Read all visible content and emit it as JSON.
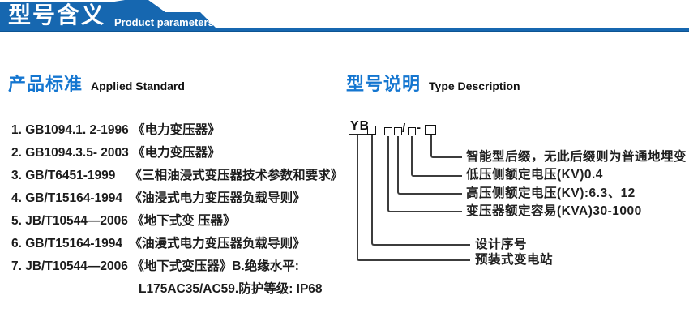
{
  "header": {
    "title": "型号含义",
    "subtitle": "Product parameters"
  },
  "left_section": {
    "title_cn": "产品标准",
    "title_en": "Applied Standard",
    "standards": [
      "1. GB1094.1. 2-1996 《电力变压器》",
      "2. GB1094.3.5- 2003 《电力变压器》",
      "3. GB/T6451-1999    《三相油浸式变压器技术参数和要求》",
      "4. GB/T15164-1994  《油浸式电力变压器负载导则》",
      "5. JB/T10544—2006 《地下式变 压器》",
      "6. GB/T15164-1994  《油漫式电力变压器负载导则》",
      "7. JB/T10544—2006 《地下式变压器》B.绝缘水平:",
      "L175AC35/AC59.防护等级: IP68"
    ]
  },
  "right_section": {
    "title_cn": "型号说明",
    "title_en": "Type Description",
    "diagram": {
      "prefix": "YB",
      "slash": "/",
      "dash": "-",
      "annotations": [
        "智能型后缀，无此后缀则为普通地埋变",
        "低压侧额定电压(KV)0.4",
        "高压侧额定电压(KV):6.3、12",
        "变压器额定容易(KVA)30-1000",
        "设计序号",
        "预装式变电站"
      ]
    }
  },
  "colors": {
    "banner_blue": "#1667b0",
    "banner_edge": "#0d5493",
    "section_title_blue": "#1476d0",
    "line_gray": "#3c3c3c"
  }
}
